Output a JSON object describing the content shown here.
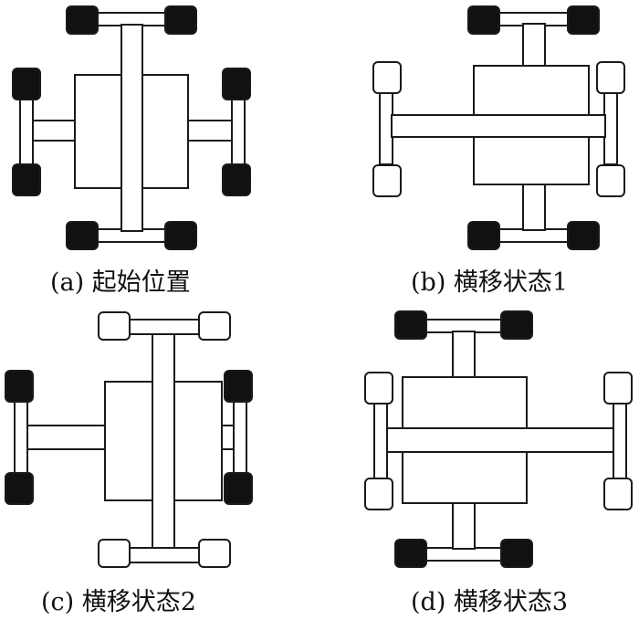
{
  "colors": {
    "wheel_black": "#111111",
    "wheel_white": "#ffffff",
    "stroke": "#1a1a1a",
    "background": "#ffffff"
  },
  "panels": [
    {
      "id": "a",
      "caption": "(a)  起始位置",
      "wheels": {
        "top_pair": "black",
        "bottom_pair": "black",
        "left_pair": "black",
        "right_pair": "black"
      },
      "long_beam": "vertical"
    },
    {
      "id": "b",
      "caption": "(b)  横移状态1",
      "wheels": {
        "top_pair": "black",
        "bottom_pair": "black",
        "left_pair": "white",
        "right_pair": "white"
      },
      "long_beam": "horizontal"
    },
    {
      "id": "c",
      "caption": "(c)  横移状态2",
      "wheels": {
        "top_pair": "white",
        "bottom_pair": "white",
        "left_pair": "black",
        "right_pair": "black"
      },
      "long_beam": "vertical"
    },
    {
      "id": "d",
      "caption": "(d)  横移状态3",
      "wheels": {
        "top_pair": "black",
        "bottom_pair": "black",
        "left_pair": "white",
        "right_pair": "white"
      },
      "long_beam": "horizontal"
    }
  ]
}
